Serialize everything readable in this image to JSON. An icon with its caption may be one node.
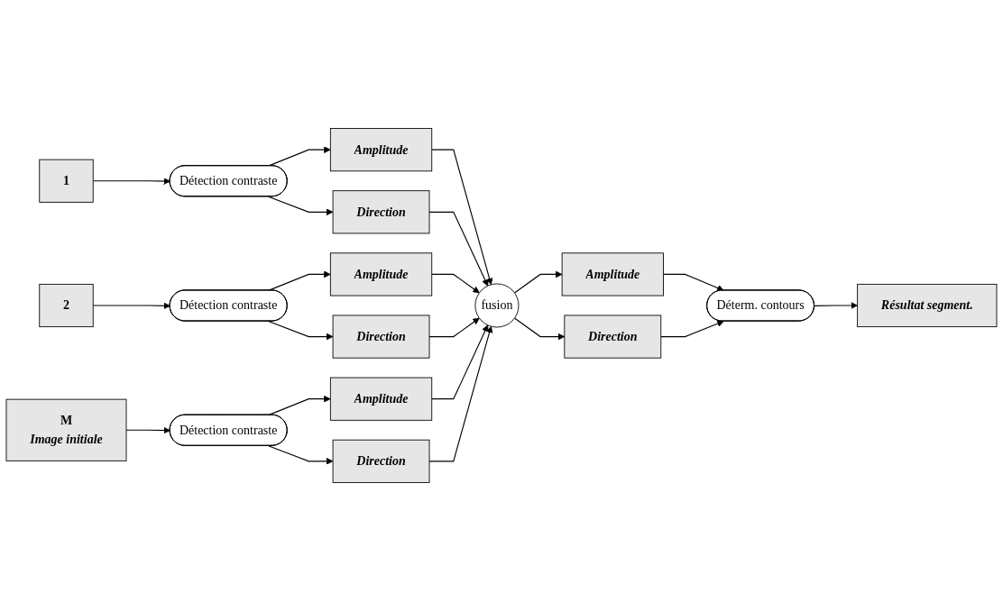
{
  "diagram": {
    "nodes": [
      {
        "text": [
          "1"
        ]
      },
      {
        "text": [
          "Détection contraste"
        ]
      },
      {
        "text": [
          "Amplitude"
        ]
      },
      {
        "text": [
          "Direction"
        ]
      },
      {
        "text": [
          "2"
        ]
      },
      {
        "text": [
          "Détection contraste"
        ]
      },
      {
        "text": [
          "Amplitude"
        ]
      },
      {
        "text": [
          "Direction"
        ]
      },
      {
        "text": [
          "M",
          "Image initiale"
        ]
      },
      {
        "text": [
          "Détection contraste"
        ]
      },
      {
        "text": [
          "Amplitude"
        ]
      },
      {
        "text": [
          "Direction"
        ]
      },
      {
        "text": [
          "fusion"
        ]
      },
      {
        "text": [
          "Amplitude"
        ]
      },
      {
        "text": [
          "Direction"
        ]
      },
      {
        "text": [
          "Déterm. contours"
        ]
      },
      {
        "text": [
          "Résultat segment."
        ]
      }
    ],
    "edges": [
      {
        "from": 0,
        "to": 1,
        "arrow": "to"
      },
      {
        "from": 1,
        "to": 2,
        "arrow": "to"
      },
      {
        "from": 1,
        "to": 3,
        "arrow": "to"
      },
      {
        "from": 2,
        "to": 12,
        "arrow": "to"
      },
      {
        "from": 3,
        "to": 12,
        "arrow": "to"
      },
      {
        "from": 4,
        "to": 5,
        "arrow": "to"
      },
      {
        "from": 5,
        "to": 6,
        "arrow": "to"
      },
      {
        "from": 5,
        "to": 7,
        "arrow": "to"
      },
      {
        "from": 6,
        "to": 12,
        "arrow": "to"
      },
      {
        "from": 7,
        "to": 12,
        "arrow": "to"
      },
      {
        "from": 8,
        "to": 9,
        "arrow": "to"
      },
      {
        "from": 9,
        "to": 10,
        "arrow": "to"
      },
      {
        "from": 9,
        "to": 11,
        "arrow": "to"
      },
      {
        "from": 10,
        "to": 12,
        "arrow": "to"
      },
      {
        "from": 11,
        "to": 12,
        "arrow": "to"
      },
      {
        "from": 12,
        "to": 13,
        "arrow": "to"
      },
      {
        "from": 12,
        "to": 14,
        "arrow": "to"
      },
      {
        "from": 13,
        "to": 15,
        "arrow": "to"
      },
      {
        "from": 14,
        "to": 15,
        "arrow": "to"
      },
      {
        "from": 15,
        "to": 16,
        "arrow": "to"
      }
    ]
  }
}
